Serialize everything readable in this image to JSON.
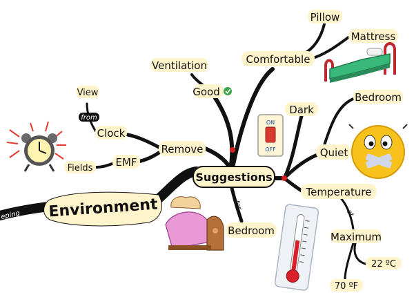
{
  "nodes": {
    "environment": "Environment",
    "suggestions": "Suggestions",
    "remove": "Remove",
    "clock": "Clock",
    "view": "View",
    "emf": "EMF",
    "fields": "Fields",
    "good": "Good",
    "ventilation": "Ventilation",
    "comfortable": "Comfortable",
    "pillow": "Pillow",
    "mattress": "Mattress",
    "dark": "Dark",
    "bedroom_top": "Bedroom",
    "quiet": "Quiet",
    "temperature": "Temperature",
    "maximum": "Maximum",
    "temp_c": "22 ºC",
    "temp_f": "70 ºF",
    "bedroom_bottom": "Bedroom",
    "sleeping_fragment": "eping"
  },
  "connectors": {
    "from": "from",
    "for": "for",
    "at": "at"
  },
  "switch": {
    "on": "ON",
    "off": "OFF"
  },
  "colors": {
    "branch": "#111111",
    "pill": "#fff4cc",
    "accent_dot": "#d62020",
    "check": "#3aa64a",
    "smiley": "#f7c21b",
    "thermo_red": "#d9202a",
    "bed_green": "#38b97a",
    "bed_frame": "#c0262d",
    "pink_bed": "#e99ad6"
  },
  "icons": [
    "alarm-clock-icon",
    "check-icon",
    "bed-icon",
    "light-switch-icon",
    "quiet-smiley-icon",
    "thermometer-icon",
    "sleeping-bed-icon"
  ]
}
